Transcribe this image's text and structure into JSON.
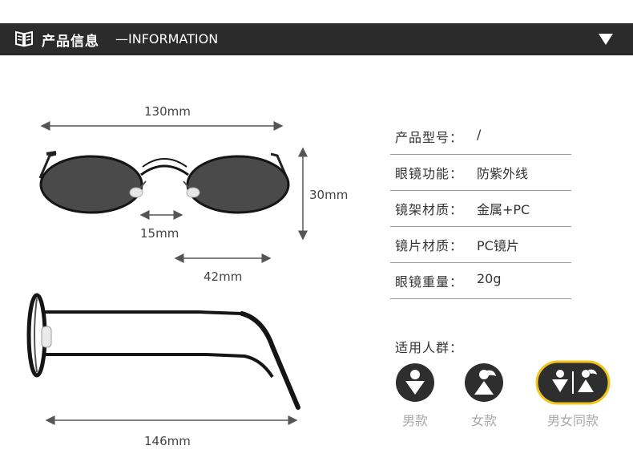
{
  "header": {
    "icon": "open-book-icon",
    "title": "产品信息",
    "subtitle": "—INFORMATION",
    "collapse_icon": "triangle-down-icon"
  },
  "dimensions": {
    "total_width": "130mm",
    "height": "30mm",
    "bridge": "15mm",
    "lens_width": "42mm",
    "temple_length": "146mm"
  },
  "specs": [
    {
      "label": "产品型号：",
      "value": "/"
    },
    {
      "label": "眼镜功能：",
      "value": "防紫外线"
    },
    {
      "label": "镜架材质：",
      "value": "金属+PC"
    },
    {
      "label": "镜片材质：",
      "value": "PC镜片"
    },
    {
      "label": "眼镜重量：",
      "value": "20g"
    }
  ],
  "audience": {
    "label": "适用人群：",
    "options": [
      {
        "label": "男款",
        "icon": "male-icon"
      },
      {
        "label": "女款",
        "icon": "female-icon"
      },
      {
        "label": "男女同款",
        "icon": "unisex-icon",
        "selected": true
      }
    ],
    "highlight_color": "#f0c419"
  }
}
